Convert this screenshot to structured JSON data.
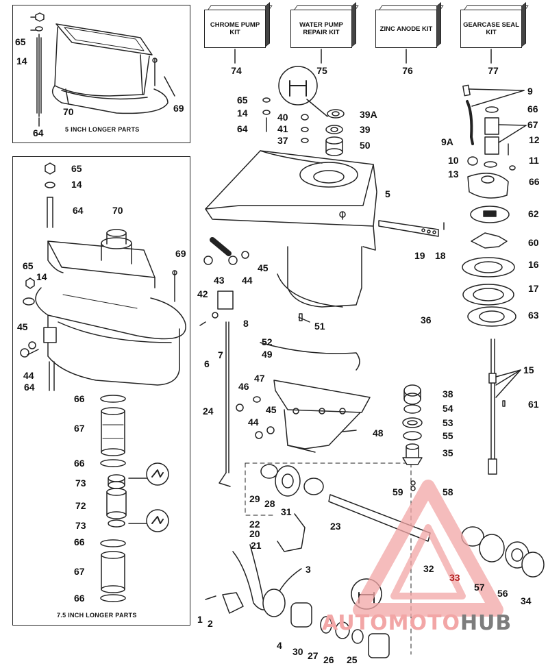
{
  "boxes": {
    "top_caption": "5 INCH LONGER PARTS",
    "bottom_caption": "7.5 INCH LONGER PARTS"
  },
  "kits": [
    {
      "text": "CHROME PUMP KIT",
      "num": "74"
    },
    {
      "text": "WATER PUMP REPAIR KIT",
      "num": "75"
    },
    {
      "text": "ZINC ANODE KIT",
      "num": "76"
    },
    {
      "text": "GEARCASE SEAL KIT",
      "num": "77"
    }
  ],
  "callouts": {
    "b65a": "65",
    "b14a": "14",
    "b70a": "70",
    "b69a": "69",
    "b64a": "64",
    "b65b": "65",
    "b14b": "14",
    "b64b": "64",
    "b70b": "70",
    "b69b": "69",
    "b65c": "65",
    "b14c": "14",
    "b45": "45",
    "b44": "44",
    "b64c": "64",
    "b66a": "66",
    "b67a": "67",
    "b66b": "66",
    "b73a": "73",
    "b72": "72",
    "b73b": "73",
    "b66c": "66",
    "b67b": "67",
    "b66d": "66",
    "c65": "65",
    "c14": "14",
    "c64": "64",
    "c40": "40",
    "c41": "41",
    "c37": "37",
    "c39a": "39A",
    "c39": "39",
    "c50": "50",
    "c5": "5",
    "c19": "19",
    "c18": "18",
    "c45": "45",
    "c44": "44",
    "c43": "43",
    "c42": "42",
    "c8": "8",
    "c6": "6",
    "c7": "7",
    "c51": "51",
    "c36": "36",
    "c52": "52",
    "c49": "49",
    "c47": "47",
    "c46": "46",
    "c45b": "45",
    "c44b": "44",
    "c24": "24",
    "c48": "48",
    "c29": "29",
    "c28": "28",
    "c31": "31",
    "c22": "22",
    "c20": "20",
    "c21": "21",
    "c23": "23",
    "c59": "59",
    "c58": "58",
    "c32": "32",
    "c33": "33",
    "c57": "57",
    "c56": "56",
    "c34": "34",
    "c3": "3",
    "c1": "1",
    "c2": "2",
    "c4": "4",
    "c30": "30",
    "c27": "27",
    "c26": "26",
    "c25": "25",
    "r9": "9",
    "r66": "66",
    "r67": "67",
    "r9a": "9A",
    "r12": "12",
    "r10": "10",
    "r11": "11",
    "r13": "13",
    "r66b": "66",
    "r62": "62",
    "r60": "60",
    "r16": "16",
    "r17": "17",
    "r63": "63",
    "r15": "15",
    "r61": "61",
    "r38": "38",
    "r54": "54",
    "r53": "53",
    "r55": "55",
    "r35": "35"
  },
  "watermark": {
    "part_a": "AUTOMOTO",
    "part_b": "HUB"
  },
  "colors": {
    "line": "#222222",
    "highlight": "#b31f1f",
    "watermark_red": "#f2a6a6"
  }
}
